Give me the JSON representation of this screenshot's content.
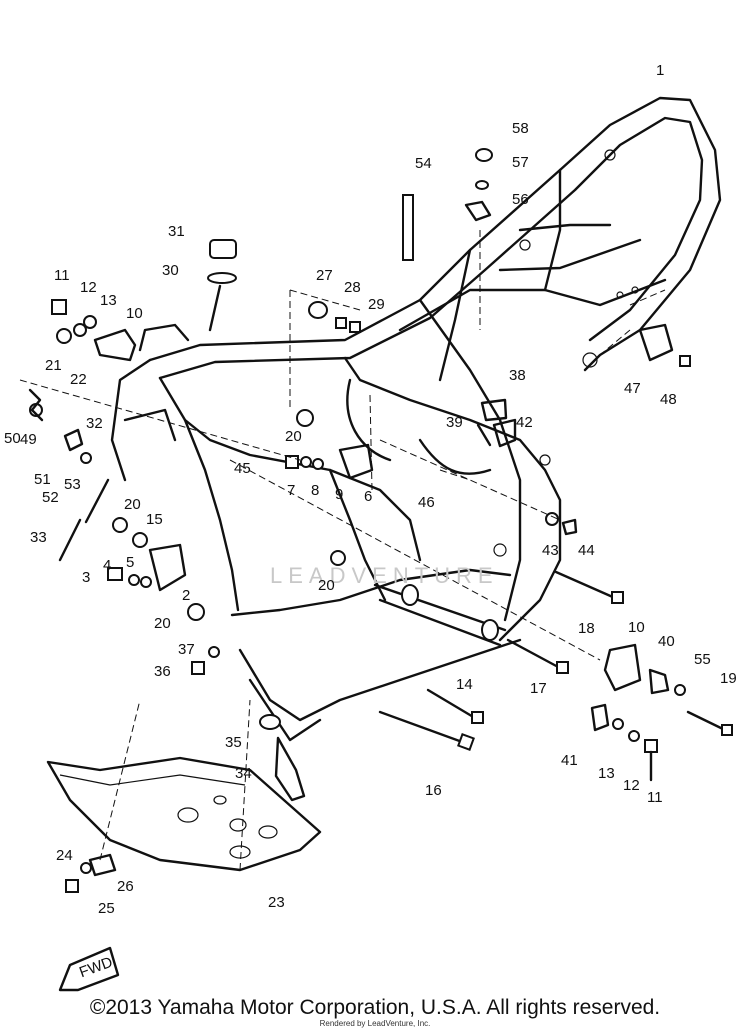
{
  "diagram": {
    "labels": [
      "1",
      "2",
      "3",
      "4",
      "5",
      "6",
      "7",
      "8",
      "9",
      "10",
      "10",
      "11",
      "11",
      "12",
      "12",
      "13",
      "13",
      "14",
      "15",
      "16",
      "17",
      "18",
      "19",
      "20",
      "20",
      "20",
      "20",
      "21",
      "22",
      "23",
      "24",
      "25",
      "26",
      "27",
      "28",
      "29",
      "30",
      "31",
      "32",
      "33",
      "34",
      "35",
      "36",
      "37",
      "38",
      "39",
      "40",
      "41",
      "42",
      "43",
      "44",
      "45",
      "46",
      "47",
      "48",
      "49",
      "50",
      "51",
      "52",
      "53",
      "54",
      "55",
      "56",
      "57",
      "58"
    ],
    "fwd_badge": "FWD",
    "watermark": "LEADVENTURE"
  },
  "footer": {
    "copyright": "©2013 Yamaha Motor Corporation, U.S.A. All rights reserved.",
    "credit": "Rendered by LeadVenture, Inc."
  }
}
